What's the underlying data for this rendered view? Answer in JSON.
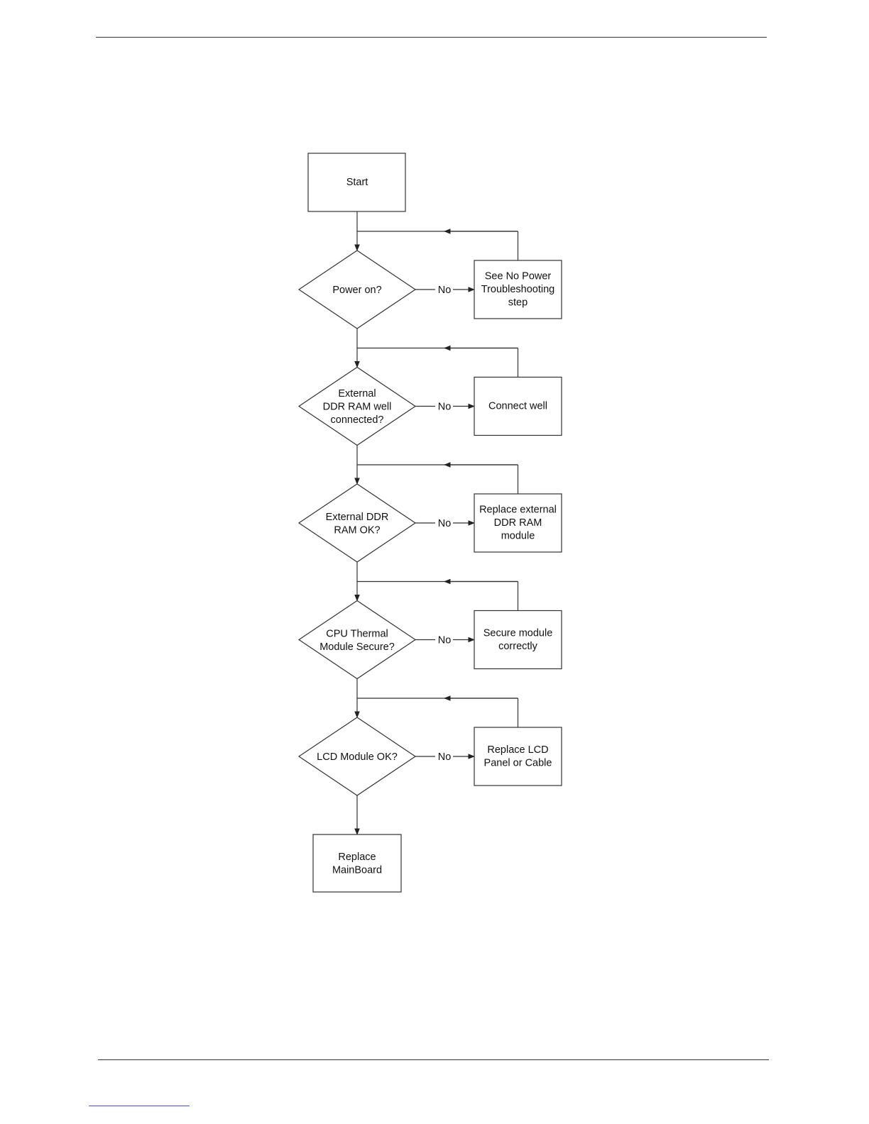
{
  "flowchart": {
    "start": "Start",
    "decisions": [
      {
        "lines": [
          "Power on?"
        ],
        "branch_label": "No",
        "action_lines": [
          "See No Power",
          "Troubleshooting",
          "step"
        ]
      },
      {
        "lines": [
          "External",
          "DDR RAM well",
          "connected?"
        ],
        "branch_label": "No",
        "action_lines": [
          "Connect well"
        ]
      },
      {
        "lines": [
          "External DDR",
          "RAM OK?"
        ],
        "branch_label": "No",
        "action_lines": [
          "Replace external",
          "DDR RAM",
          "module"
        ]
      },
      {
        "lines": [
          "CPU Thermal",
          "Module Secure?"
        ],
        "branch_label": "No",
        "action_lines": [
          "Secure module",
          "correctly"
        ]
      },
      {
        "lines": [
          "LCD Module OK?"
        ],
        "branch_label": "No",
        "action_lines": [
          "Replace LCD",
          "Panel or Cable"
        ]
      }
    ],
    "end_lines": [
      "Replace",
      "MainBoard"
    ]
  }
}
